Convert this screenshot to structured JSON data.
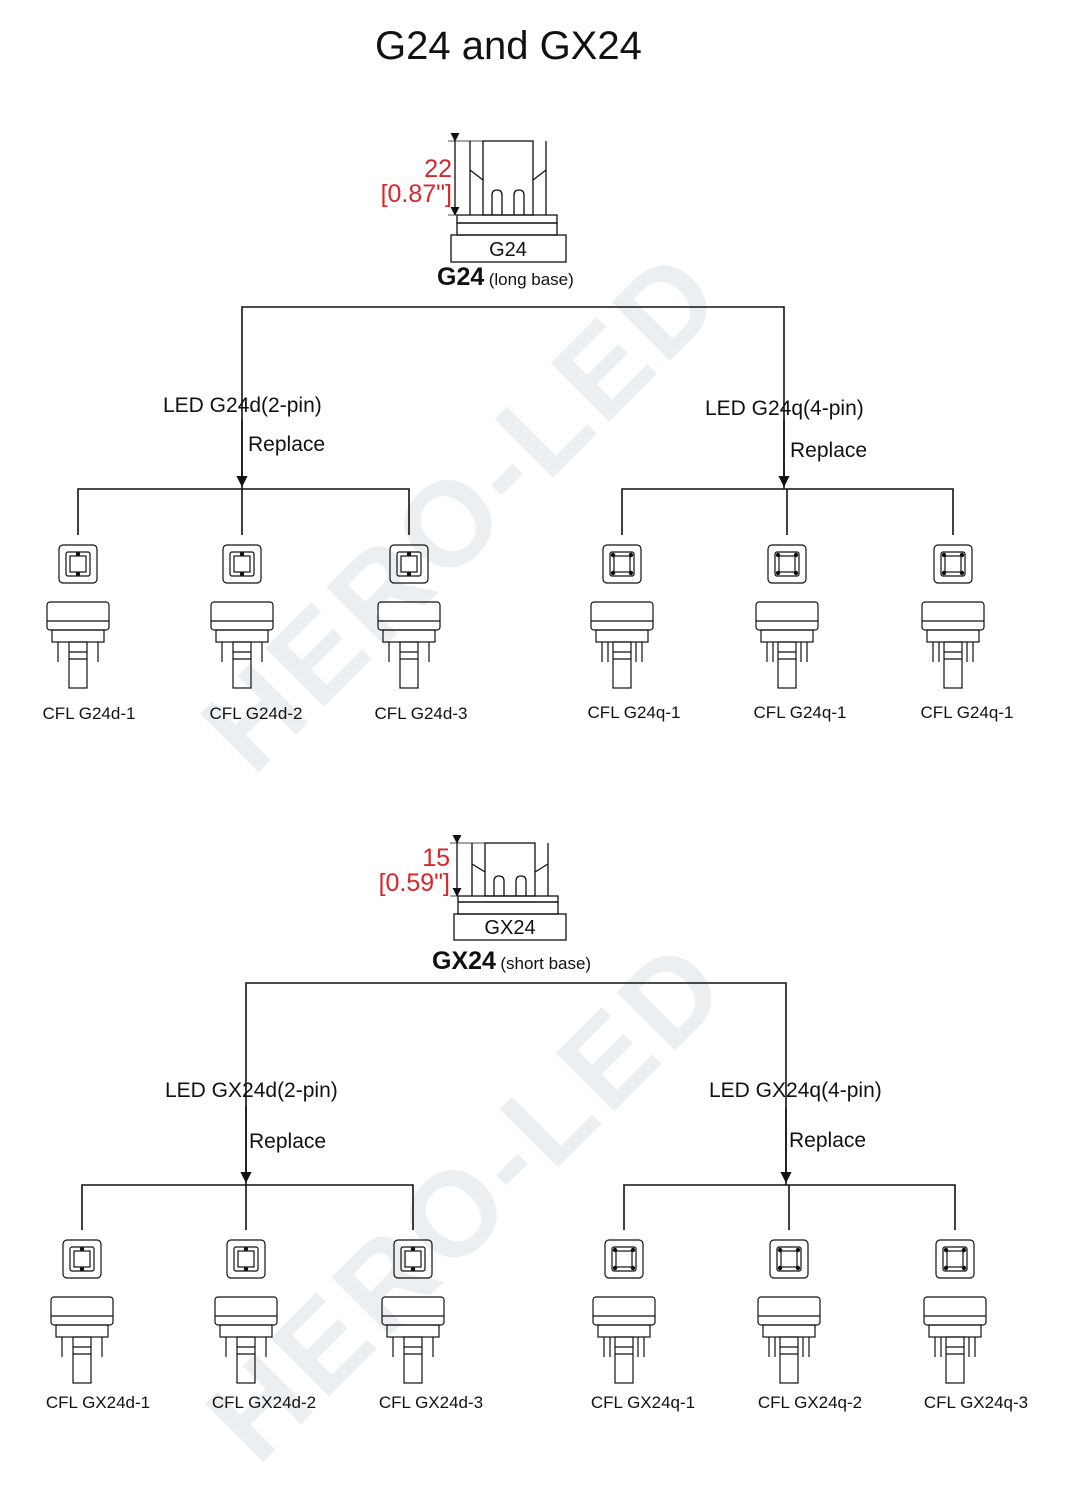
{
  "title": "G24 and GX24",
  "watermark": "HERO-LED",
  "sections": [
    {
      "id": "g24",
      "base_label": "G24",
      "base_name": "G24",
      "base_note": "(long base)",
      "dim_mm": "22",
      "dim_in": "[0.87\"]",
      "branches": [
        {
          "label": "LED G24d(2-pin)",
          "replace": "Replace",
          "bulbs": [
            "CFL G24d-1",
            "CFL G24d-2",
            "CFL G24d-3"
          ]
        },
        {
          "label": "LED G24q(4-pin)",
          "replace": "Replace",
          "bulbs": [
            "CFL G24q-1",
            "CFL G24q-1",
            "CFL G24q-1"
          ]
        }
      ]
    },
    {
      "id": "gx24",
      "base_label": "GX24",
      "base_name": "GX24",
      "base_note": "(short base)",
      "dim_mm": "15",
      "dim_in": "[0.59\"]",
      "branches": [
        {
          "label": "LED GX24d(2-pin)",
          "replace": "Replace",
          "bulbs": [
            "CFL GX24d-1",
            "CFL GX24d-2",
            "CFL GX24d-3"
          ]
        },
        {
          "label": "LED GX24q(4-pin)",
          "replace": "Replace",
          "bulbs": [
            "CFL GX24q-1",
            "CFL GX24q-2",
            "CFL GX24q-3"
          ]
        }
      ]
    }
  ]
}
